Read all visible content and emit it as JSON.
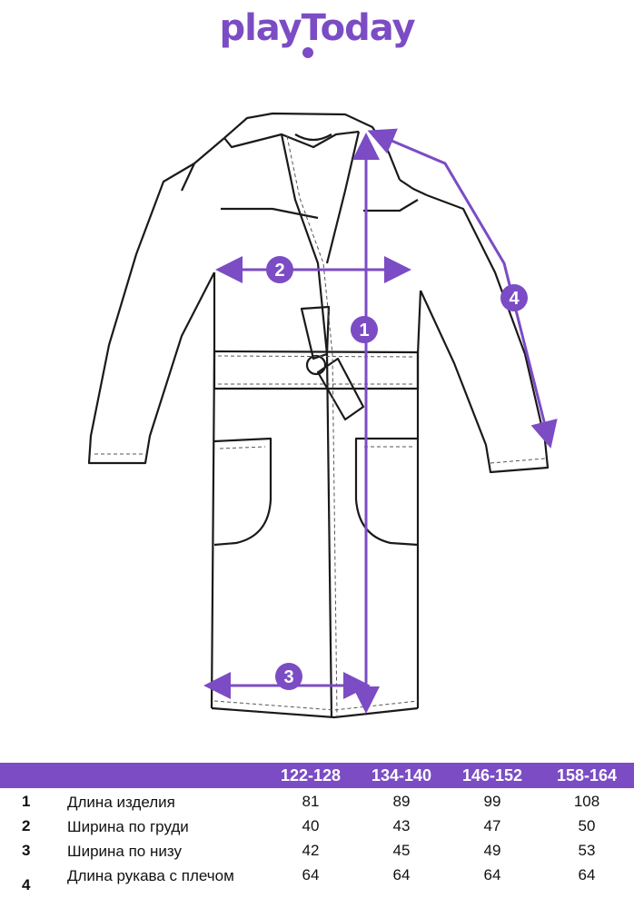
{
  "brand": {
    "logo_text": "playToday"
  },
  "diagram": {
    "markers": [
      "1",
      "2",
      "3",
      "4"
    ],
    "accent_color": "#7b4cc4",
    "line_color": "#1a1a1a"
  },
  "size_table": {
    "sizes": [
      "122-128",
      "134-140",
      "146-152",
      "158-164"
    ],
    "rows": [
      {
        "num": "1",
        "label": "Длина изделия",
        "values": [
          "81",
          "89",
          "99",
          "108"
        ]
      },
      {
        "num": "2",
        "label": "Ширина по груди",
        "values": [
          "40",
          "43",
          "47",
          "50"
        ]
      },
      {
        "num": "3",
        "label": "Ширина по низу",
        "values": [
          "42",
          "45",
          "49",
          "53"
        ]
      },
      {
        "num": "4",
        "label": "Длина рукава с плечом",
        "values": [
          "64",
          "64",
          "64",
          "64"
        ]
      }
    ]
  }
}
